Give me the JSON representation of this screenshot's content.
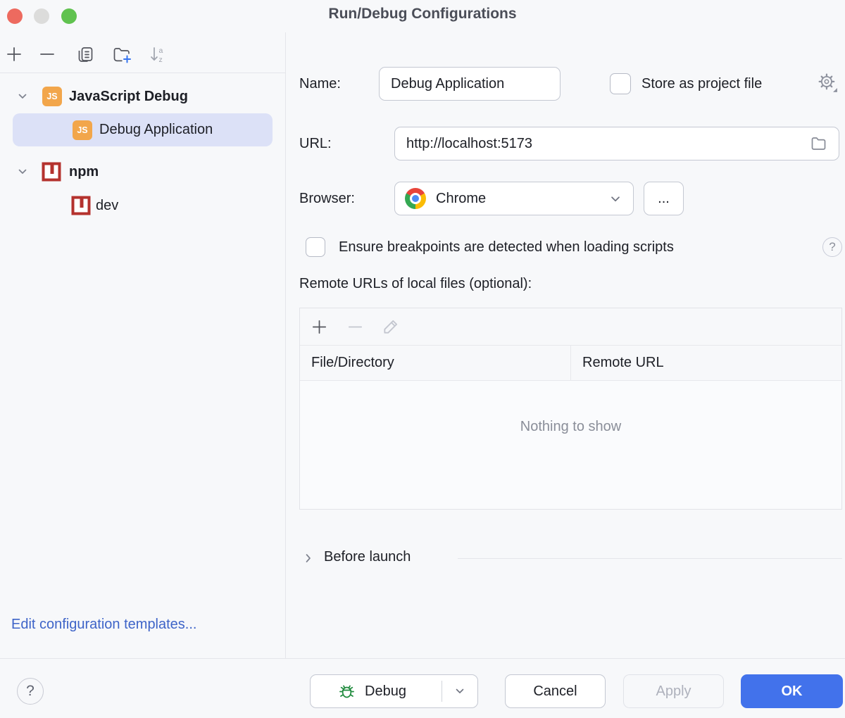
{
  "window": {
    "title": "Run/Debug Configurations"
  },
  "sidebar": {
    "tree": {
      "items": [
        {
          "label": "JavaScript Debug",
          "icon": "js",
          "expanded": true,
          "bold": true
        },
        {
          "label": "Debug Application",
          "icon": "js",
          "selected": true
        },
        {
          "label": "npm",
          "icon": "npm",
          "expanded": true,
          "bold": true
        },
        {
          "label": "dev",
          "icon": "npm"
        }
      ]
    },
    "edit_templates_link": "Edit configuration templates..."
  },
  "form": {
    "name_label": "Name:",
    "name_value": "Debug Application",
    "store_label": "Store as project file",
    "url_label": "URL:",
    "url_value": "http://localhost:5173",
    "browser_label": "Browser:",
    "browser_value": "Chrome",
    "browse_more_label": "...",
    "breakpoints_label": "Ensure breakpoints are detected when loading scripts",
    "remote_urls_label": "Remote URLs of local files (optional):",
    "table": {
      "columns": [
        "File/Directory",
        "Remote URL"
      ],
      "rows": [],
      "empty_text": "Nothing to show"
    },
    "before_launch_label": "Before launch"
  },
  "footer": {
    "debug_label": "Debug",
    "cancel_label": "Cancel",
    "apply_label": "Apply",
    "ok_label": "OK"
  },
  "icons": {
    "js_badge_text": "JS",
    "help_glyph": "?"
  },
  "colors": {
    "bg": "#F7F8FA",
    "accent": "#4272EB",
    "selection": "#DCE1F7",
    "link": "#3E64C8",
    "js_badge": "#F2A64B",
    "npm_red": "#B4322E",
    "bug_green": "#1E8A3C",
    "traffic_red": "#ED6A5F",
    "traffic_gray": "#DCDCDB",
    "traffic_green": "#60C24F",
    "title_gray": "#4B4E58",
    "border_input": "#C4C8D2",
    "border_light": "#E5E6EA",
    "muted": "#8A8E99",
    "disabled_text": "#AEB1BC"
  }
}
